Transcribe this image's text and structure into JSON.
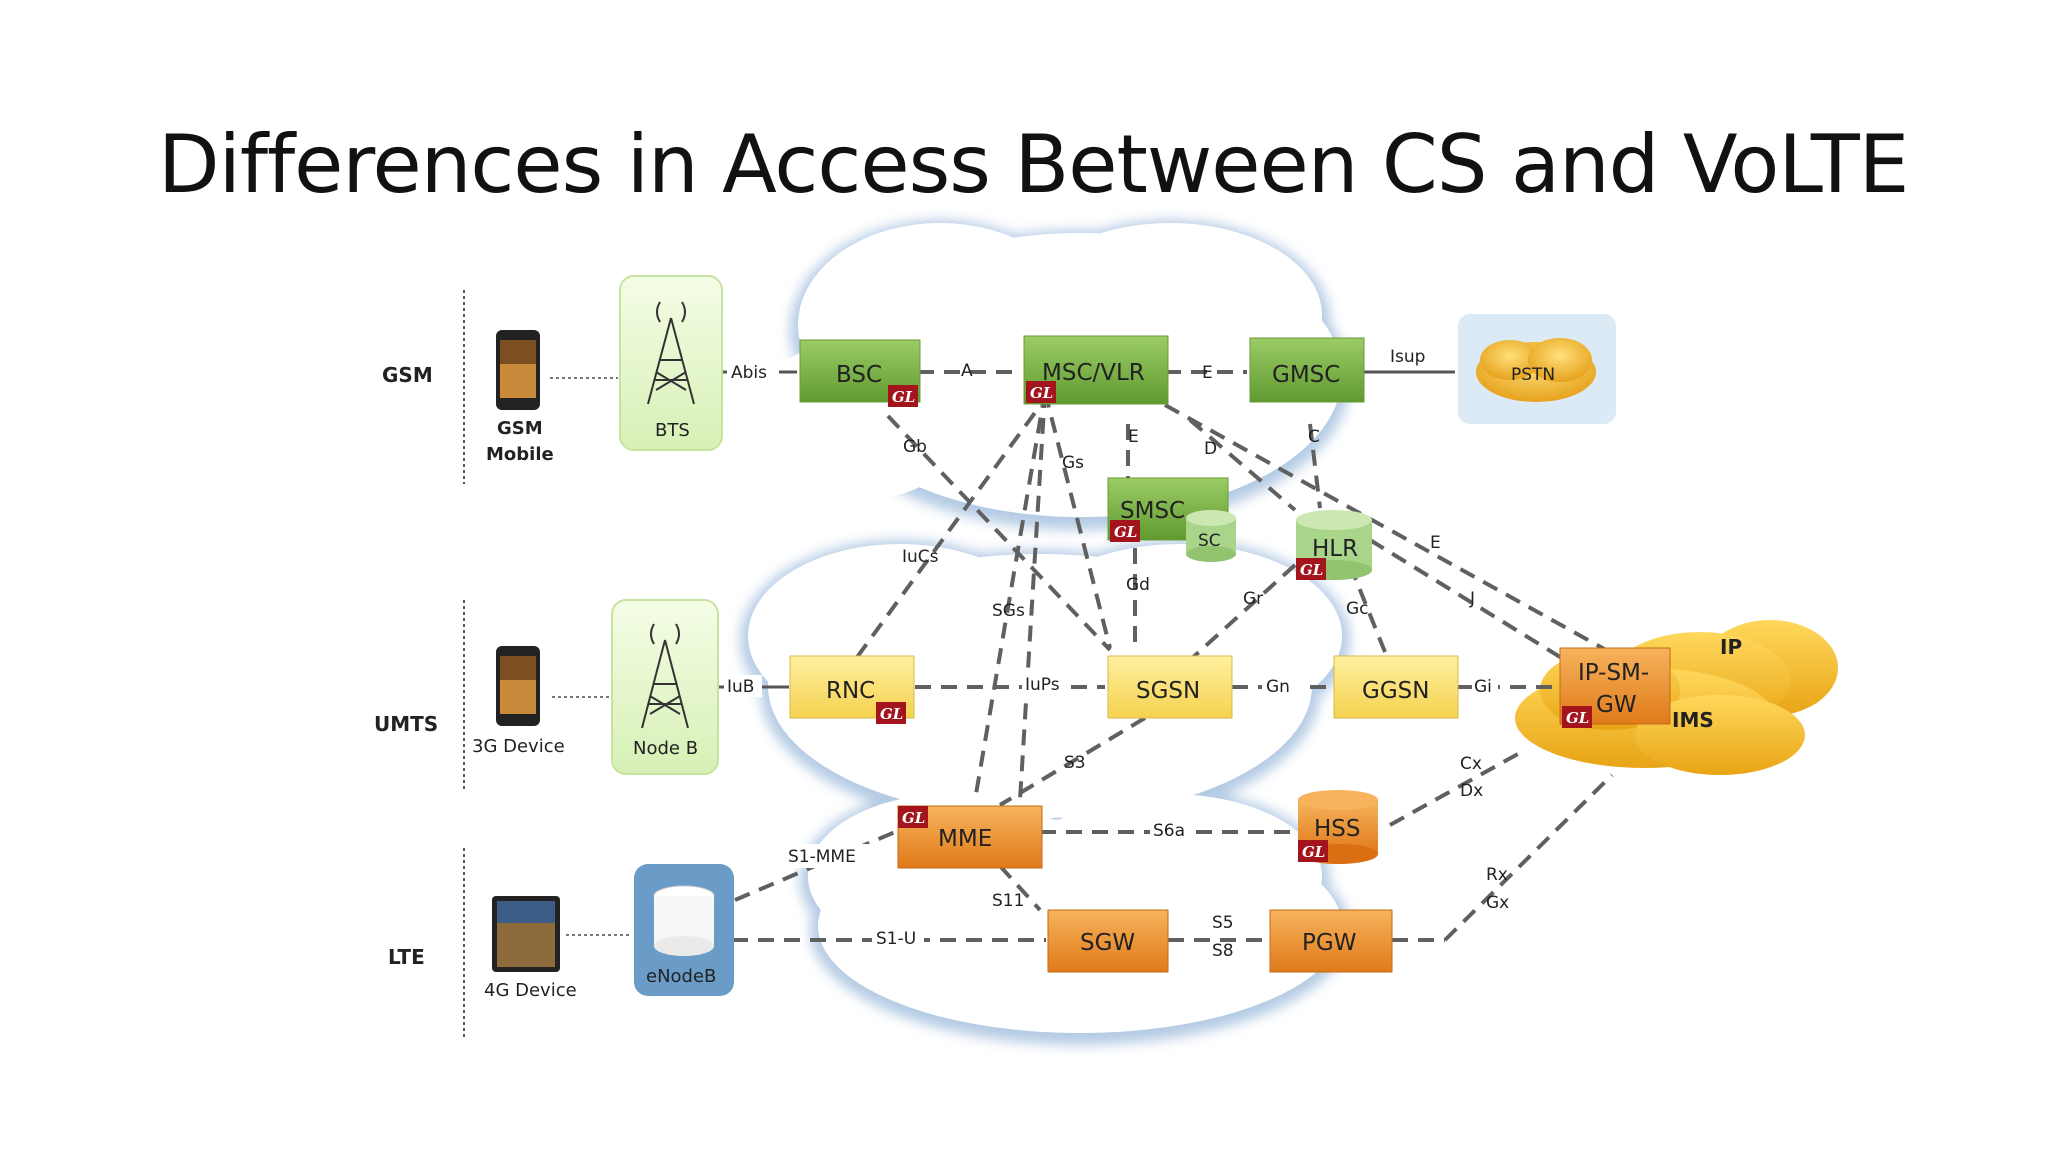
{
  "title": "Differences in Access Between CS and VoLTE",
  "rows": {
    "gsm": "GSM",
    "umts": "UMTS",
    "lte": "LTE"
  },
  "devices": {
    "gsm_line1": "GSM",
    "gsm_line2": "Mobile",
    "umts": "3G Device",
    "lte": "4G Device"
  },
  "access": {
    "bts": "BTS",
    "nodeb": "Node B",
    "enodeb": "eNodeB"
  },
  "nodes": {
    "bsc": "BSC",
    "msc": "MSC/VLR",
    "gmsc": "GMSC",
    "pstn": "PSTN",
    "smsc": "SMSC",
    "sc": "SC",
    "hlr": "HLR",
    "rnc": "RNC",
    "sgsn": "SGSN",
    "ggsn": "GGSN",
    "ipsmgw_line1": "IP-SM-",
    "ipsmgw_line2": "GW",
    "ip": "IP",
    "ims": "IMS",
    "mme": "MME",
    "hss": "HSS",
    "sgw": "SGW",
    "pgw": "PGW"
  },
  "gl_badge": "GL",
  "interfaces": {
    "abis": "Abis",
    "a": "A",
    "e_msc_gmsc": "E",
    "isup": "Isup",
    "gb": "Gb",
    "gs": "Gs",
    "e_msc_smsc": "E",
    "d": "D",
    "c": "C",
    "iucs": "IuCs",
    "gd": "Gd",
    "gr": "Gr",
    "gc": "Gc",
    "e_ip": "E",
    "j": "J",
    "sgs": "SGs",
    "iub": "IuB",
    "iups": "IuPs",
    "gn": "Gn",
    "gi": "Gi",
    "s3": "S3",
    "cx": "Cx",
    "dx": "Dx",
    "s6a": "S6a",
    "s1mme": "S1-MME",
    "s11": "S11",
    "s1u": "S1-U",
    "s5": "S5",
    "s8": "S8",
    "rx": "Rx",
    "gx": "Gx"
  },
  "colors": {
    "green": "#7cb342",
    "yellow": "#fde370",
    "orange": "#f0902f",
    "gl_red": "#a3141c",
    "cloud": "#ffffff",
    "cloud_edge": "#b9cde4"
  }
}
